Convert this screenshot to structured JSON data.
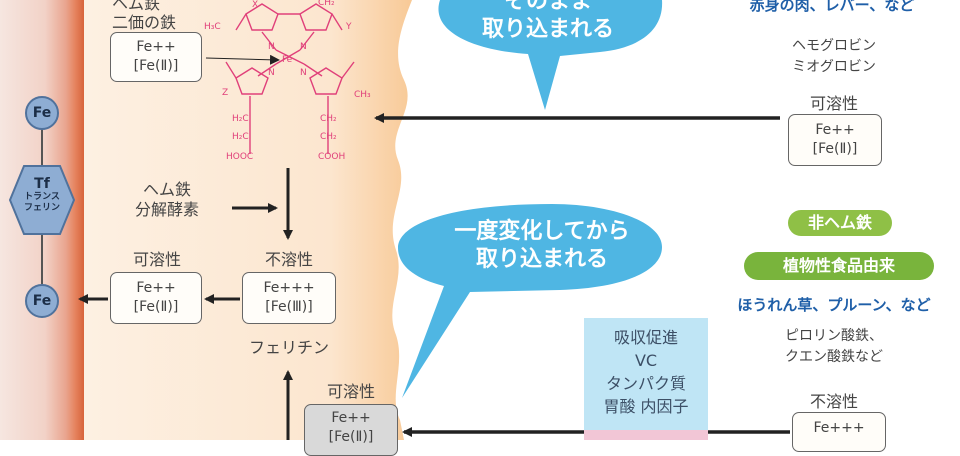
{
  "blood": {
    "fe_top": "Fe",
    "transferrin": {
      "abbr": "Tf",
      "line1": "トランス",
      "line2": "フェリン"
    },
    "fe_bottom": "Fe"
  },
  "cell": {
    "heme_top_line1": "ヘム鉄",
    "heme_top_line2": "二価の鉄",
    "heme_top_box": {
      "line1": "Fe++",
      "line2": "[Fe(Ⅱ)]"
    },
    "enzyme_line1": "ヘム鉄",
    "enzyme_line2": "分解酵素",
    "soluble_left": {
      "label": "可溶性",
      "line1": "Fe++",
      "line2": "[Fe(Ⅱ)]"
    },
    "insoluble_mid": {
      "label": "不溶性",
      "line1": "Fe+++",
      "line2": "[Fe(Ⅲ)]"
    },
    "ferritin": "フェリチン",
    "soluble_bottom": {
      "label": "可溶性",
      "line1": "Fe++",
      "line2": "[Fe(Ⅱ)]"
    }
  },
  "heme_structure": {
    "x": "X",
    "ch2_top": "CH₂",
    "h3c": "H₃C",
    "y": "Y",
    "z": "Z",
    "ch3": "CH₃",
    "n": "N",
    "fe": "Fe",
    "h2c_1": "H₂C",
    "h2c_2": "H₂C",
    "hooc": "HOOC",
    "ch2_1": "CH₂",
    "ch2_2": "CH₂",
    "cooh": "COOH"
  },
  "bubbles": {
    "top_line1": "そのまま",
    "top_line2": "取り込まれる",
    "mid_line1": "一度変化してから",
    "mid_line2": "取り込まれる"
  },
  "heme_source": {
    "foods": "赤身の肉、レバー、など",
    "proteins_line1": "ヘモグロビン",
    "proteins_line2": "ミオグロビン",
    "solubility": "可溶性",
    "box": {
      "line1": "Fe++",
      "line2": "[Fe(Ⅱ)]"
    }
  },
  "nonheme_source": {
    "title": "非ヘム鉄",
    "origin": "植物性食品由来",
    "foods": "ほうれん草、プルーン、など",
    "compounds_line1": "ピロリン酸鉄、",
    "compounds_line2": "クエン酸鉄など",
    "solubility": "不溶性",
    "box": {
      "line1": "Fe+++"
    }
  },
  "promotion": {
    "title": "吸収促進",
    "line1": "VC",
    "line2": "タンパク質",
    "line3": "胃酸 内因子"
  },
  "colors": {
    "bubble": "#4fb6e3",
    "blood": "#d7633b",
    "cell": "#fbe4cd",
    "heme_text": "#e0407a",
    "pill_green": "#8fc046",
    "text_blue": "#1f5fa8",
    "arrow": "#222222"
  }
}
